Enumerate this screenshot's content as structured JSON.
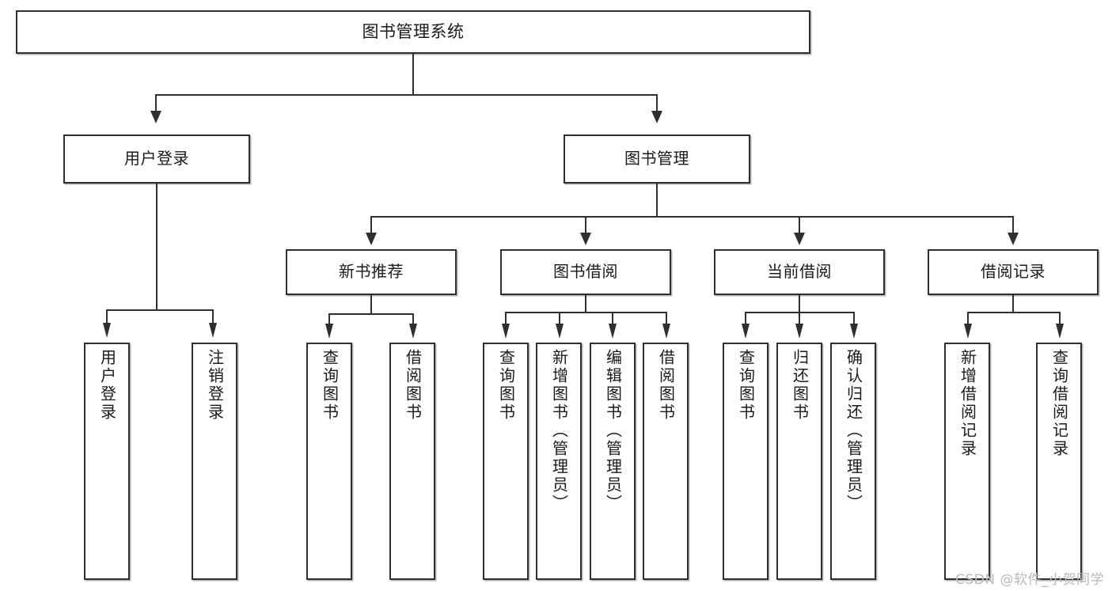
{
  "diagram": {
    "type": "tree",
    "title": "图书管理系统",
    "root": {
      "label": "图书管理系统"
    },
    "level2": [
      {
        "label": "用户登录"
      },
      {
        "label": "图书管理"
      }
    ],
    "level3": [
      {
        "label": "新书推荐"
      },
      {
        "label": "图书借阅"
      },
      {
        "label": "当前借阅"
      },
      {
        "label": "借阅记录"
      }
    ],
    "leaves": {
      "user_login": [
        {
          "label": "用户登录"
        },
        {
          "label": "注销登录"
        }
      ],
      "new_book_recommend": [
        {
          "label": "查询图书"
        },
        {
          "label": "借阅图书"
        }
      ],
      "book_borrow": [
        {
          "label": "查询图书"
        },
        {
          "label": "新增图书（管理员）"
        },
        {
          "label": "编辑图书（管理员）"
        },
        {
          "label": "借阅图书"
        }
      ],
      "current_borrow": [
        {
          "label": "查询图书"
        },
        {
          "label": "归还图书"
        },
        {
          "label": "确认归还（管理员）"
        }
      ],
      "borrow_record": [
        {
          "label": "新增借阅记录"
        },
        {
          "label": "查询借阅记录"
        }
      ]
    }
  },
  "watermark": {
    "text": "CSDN @软件_小贺同学"
  },
  "colors": {
    "stroke": "#2f2f2f",
    "fill": "#ffffff",
    "text": "#1a1a1a",
    "watermark": "#b9b9b9"
  }
}
